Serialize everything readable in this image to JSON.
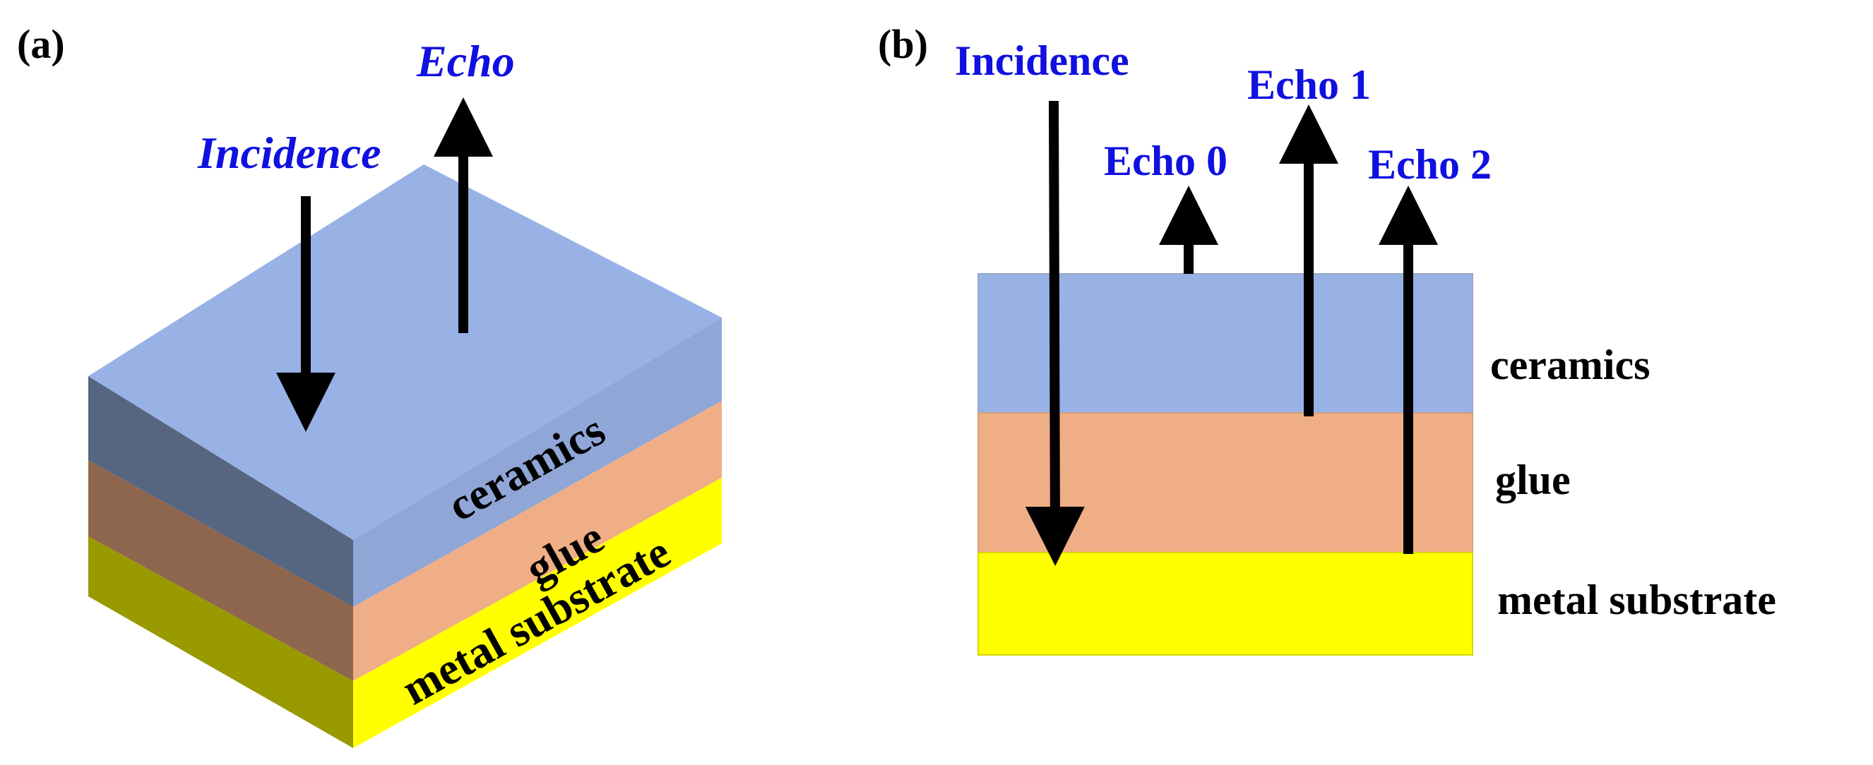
{
  "panel_a": {
    "label": "(a)",
    "incidence": "Incidence",
    "echo": "Echo",
    "layers": {
      "ceramics": "ceramics",
      "glue": "glue",
      "metal": "metal substrate"
    }
  },
  "panel_b": {
    "label": "(b)",
    "incidence": "Incidence",
    "echo0": "Echo 0",
    "echo1": "Echo 1",
    "echo2": "Echo 2",
    "layers": {
      "ceramics": "ceramics",
      "glue": "glue",
      "metal": "metal substrate"
    }
  },
  "colors": {
    "ceramics_top": "#98b2e6",
    "ceramics_side_dark": "#566680",
    "glue_front": "#f0ae86",
    "glue_side_dark": "#8e664e",
    "metal_front": "#ffff00",
    "metal_side_dark": "#999900",
    "label_blue": "#1010e0",
    "arrow": "#000000"
  }
}
